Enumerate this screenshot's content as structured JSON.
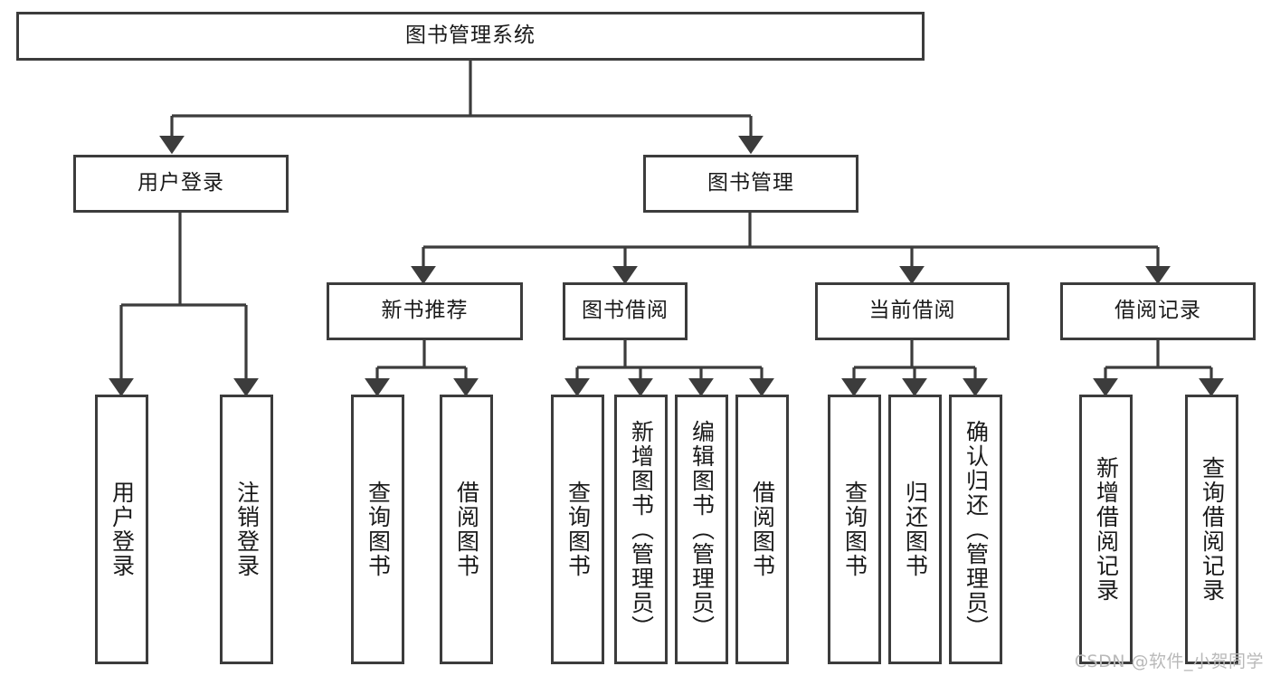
{
  "diagram": {
    "type": "tree-hierarchy",
    "title": "图书管理系统",
    "watermark": "CSDN @软件_小贺同学",
    "colors": {
      "stroke": "#3c3c3c",
      "box_fill": "#ffffff",
      "text": "#1a1a1a",
      "watermark": "#b9b9b9",
      "background": "#ffffff"
    },
    "root": {
      "label": "图书管理系统"
    },
    "level2": [
      {
        "label": "用户登录"
      },
      {
        "label": "图书管理"
      }
    ],
    "level3": [
      {
        "label": "新书推荐"
      },
      {
        "label": "图书借阅"
      },
      {
        "label": "当前借阅"
      },
      {
        "label": "借阅记录"
      }
    ],
    "leaves": {
      "user_login": [
        {
          "label": "用户登录"
        },
        {
          "label": "注销登录"
        }
      ],
      "new_book": [
        {
          "label": "查询图书"
        },
        {
          "label": "借阅图书"
        }
      ],
      "book_borrow": [
        {
          "label": "查询图书"
        },
        {
          "label": "新增图书（管理员）"
        },
        {
          "label": "编辑图书（管理员）"
        },
        {
          "label": "借阅图书"
        }
      ],
      "current_borrow": [
        {
          "label": "查询图书"
        },
        {
          "label": "归还图书"
        },
        {
          "label": "确认归还（管理员）"
        }
      ],
      "borrow_record": [
        {
          "label": "新增借阅记录"
        },
        {
          "label": "查询借阅记录"
        }
      ]
    }
  }
}
